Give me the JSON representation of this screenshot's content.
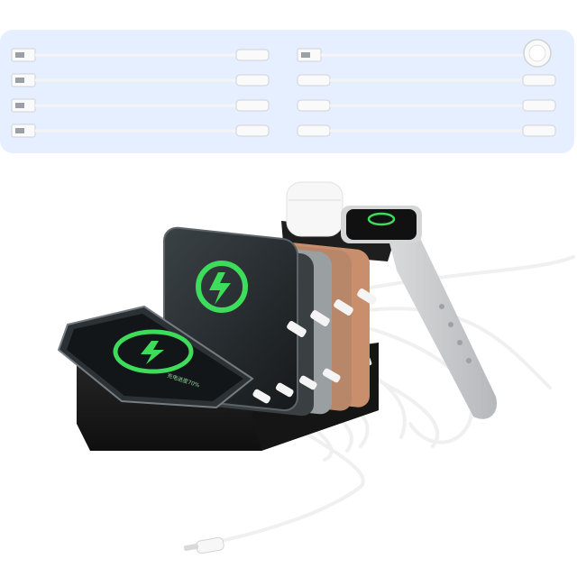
{
  "product": {
    "phone_dial_label": "充电进度70%",
    "colors": {
      "panel_bg": "#e6efff",
      "dock_body": "#1b1b1c",
      "charging_green": "#3ddc5a",
      "cable_white": "#f4f4f4",
      "phone_gold": "#c98e6c",
      "phone_rose": "#b8876a",
      "phone_silver": "#9aa0a2",
      "phone_graphite": "#3a3f42"
    },
    "icons": {
      "usb_a_plug": "usb-a-plug-icon",
      "usb_c_plug": "usb-c-plug-icon",
      "watch_puck": "watch-charger-icon",
      "lightning_plug": "lightning-plug-icon",
      "wireless_charge": "lightning-bolt-icon"
    }
  },
  "cable_panel": {
    "left_column": [
      {
        "connector_a": "usb-a",
        "connector_b": "usb-c"
      },
      {
        "connector_a": "usb-a",
        "connector_b": "usb-c"
      },
      {
        "connector_a": "usb-a",
        "connector_b": "usb-c"
      },
      {
        "connector_a": "usb-a",
        "connector_b": "usb-c"
      }
    ],
    "right_column": [
      {
        "connector_a": "usb-a",
        "connector_b": "watch-puck"
      },
      {
        "connector_a": "usb-c",
        "connector_b": "usb-c"
      },
      {
        "connector_a": "usb-c",
        "connector_b": "usb-c"
      },
      {
        "connector_a": "usb-c",
        "connector_b": "usb-c"
      }
    ]
  }
}
